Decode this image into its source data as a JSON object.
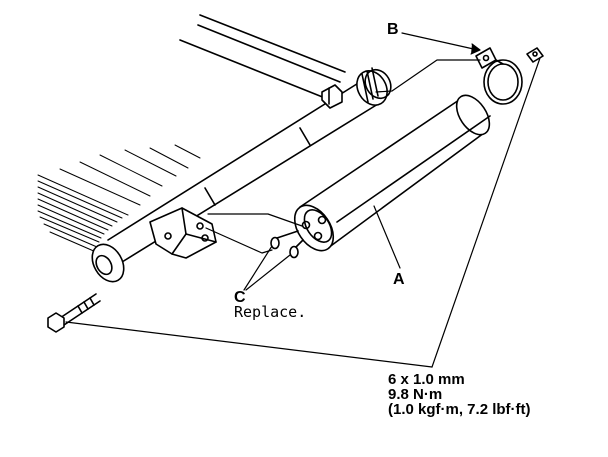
{
  "labels": {
    "a": "A",
    "b": "B",
    "c": "C",
    "c_note": "Replace."
  },
  "spec": {
    "line1": "6 x 1.0 mm",
    "line2": "9.8 N·m",
    "line3": "(1.0 kgf·m, 7.2 lbf·ft)"
  }
}
